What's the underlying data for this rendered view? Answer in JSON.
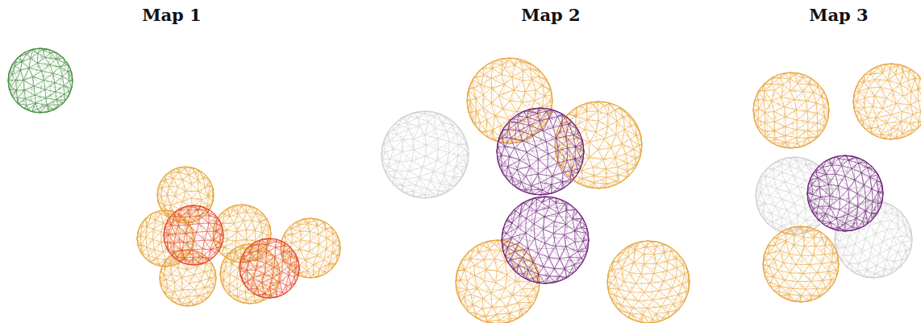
{
  "diagram": {
    "labels": [
      "Map 1",
      "Map 2",
      "Map 3"
    ]
  }
}
